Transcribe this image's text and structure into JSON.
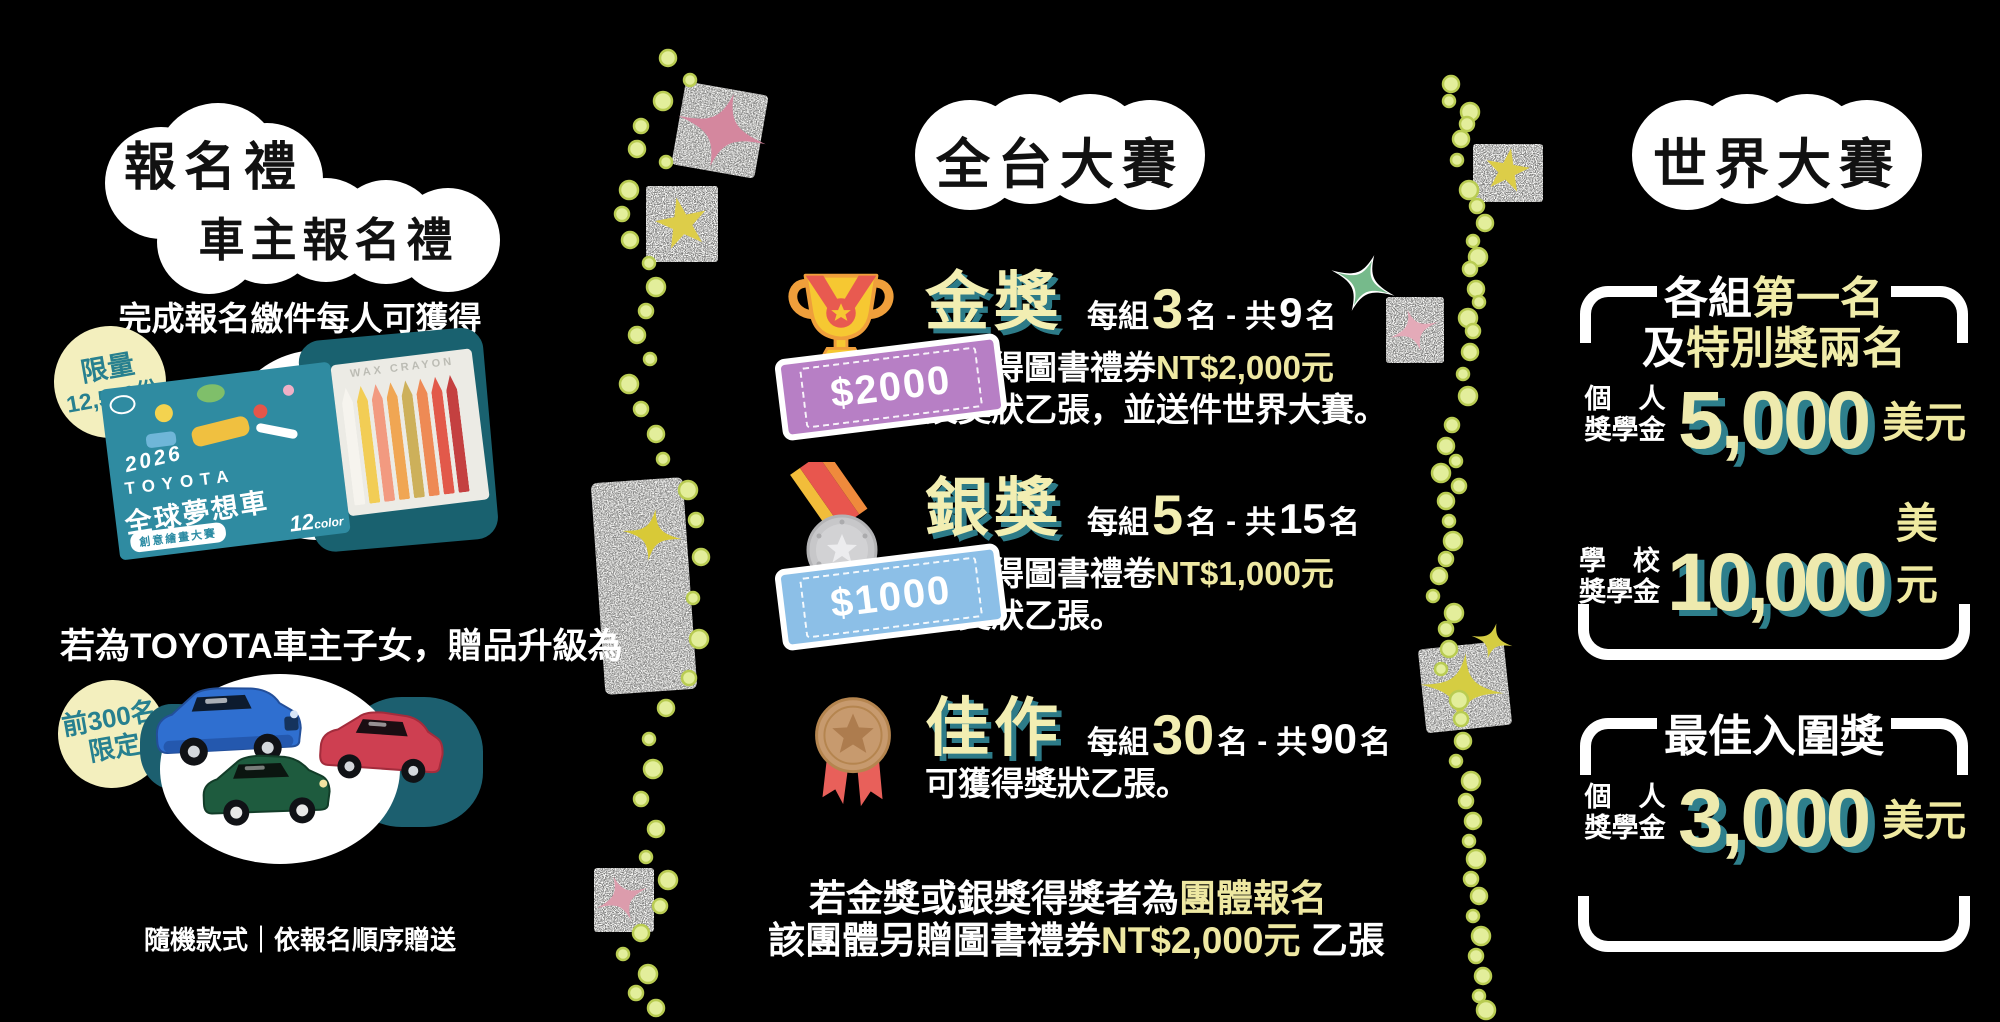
{
  "left": {
    "bubble1": "報名禮",
    "bubble2": "車主報名禮",
    "subtitle": "完成報名繳件每人可獲得",
    "limited_badge": {
      "line1": "限量",
      "line2": "12,500份"
    },
    "crayon_box": {
      "year": "2026",
      "brand": "TOYOTA",
      "title": "全球夢想車",
      "event": "創意繪畫大賽",
      "color_count": "12",
      "color_word": "color",
      "tray_label": "WAX CRAYON"
    },
    "owner_upgrade_text": "若為TOYOTA車主子女，贈品升級為",
    "rank_badge": {
      "line1": "前300名",
      "line2": "限定"
    },
    "footnote": "隨機款式｜依報名順序贈送"
  },
  "middle": {
    "bubble": "全台大賽",
    "awards": [
      {
        "name": "金獎",
        "ticket": "$2000",
        "per_label": "每組",
        "count": "3",
        "count_unit": "名",
        "dash": "-",
        "total_prefix": "共",
        "total_count": "9",
        "total_unit": "名",
        "desc1_white": "可獲得圖書禮券",
        "desc1_yellow": "NT$2,000元",
        "desc2": "及獎狀乙張，並送件世界大賽。"
      },
      {
        "name": "銀獎",
        "ticket": "$1000",
        "per_label": "每組",
        "count": "5",
        "count_unit": "名",
        "dash": "-",
        "total_prefix": "共",
        "total_count": "15",
        "total_unit": "名",
        "desc1_white": "可獲得圖書禮卷",
        "desc1_yellow": "NT$1,000元",
        "desc2": "及獎狀乙張。"
      },
      {
        "name": "佳作",
        "per_label": "每組",
        "count": "30",
        "count_unit": "名",
        "dash": "-",
        "total_prefix": "共",
        "total_count": "90",
        "total_unit": "名",
        "desc2": "可獲得獎狀乙張。"
      }
    ],
    "note1_white": "若金獎或銀獎得獎者為",
    "note1_yellow": "團體報名",
    "note2_white": "該團體另贈圖書禮券",
    "note2_yellow": "NT$2,000元",
    "note2_tail": " 乙張"
  },
  "right": {
    "bubble": "世界大賽",
    "box1": {
      "line1_white": "各組",
      "line1_yellow": "第一名",
      "line2_white": "及",
      "line2_yellow": "特別獎兩名",
      "rows": [
        {
          "label_top": "個　人",
          "label_bottom": "獎學金",
          "amount": "5,000",
          "currency": "美元"
        },
        {
          "label_top": "學　校",
          "label_bottom": "獎學金",
          "amount": "10,000",
          "currency": "美元"
        }
      ]
    },
    "box2": {
      "title": "最佳入圍獎",
      "rows": [
        {
          "label_top": "個　人",
          "label_bottom": "獎學金",
          "amount": "3,000",
          "currency": "美元"
        }
      ]
    }
  },
  "colors": {
    "background": "#000000",
    "cloud": "#ffffff",
    "accent_yellow": "#f0eca9",
    "shadow_teal": "#2e7f8c",
    "badge_bg": "#f3efbe",
    "badge_text": "#27808f",
    "ticket_purple": "#b77fc5",
    "ticket_blue": "#8cbfe7",
    "dot_green": "#e3ee9b"
  }
}
